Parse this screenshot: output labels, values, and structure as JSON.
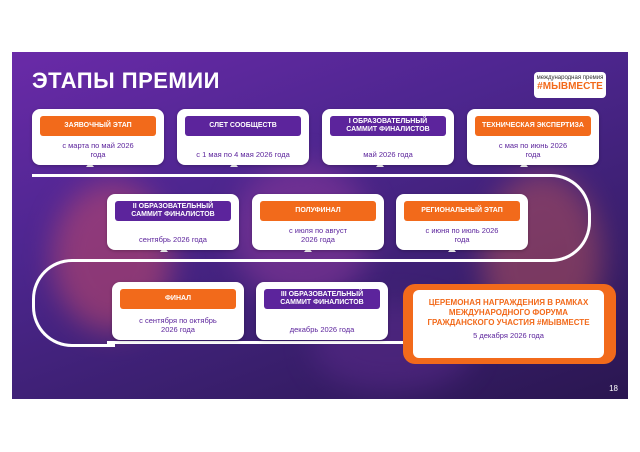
{
  "header": {
    "title": "ЭТАПЫ ПРЕМИИ"
  },
  "brand": {
    "line1": "международная премия",
    "line2": "#МЫВМЕСТЕ"
  },
  "stages": [
    {
      "label": "ЗАЯВОЧНЫЙ ЭТАП",
      "date": "с марта по май 2026 года",
      "color": "orange"
    },
    {
      "label": "СЛЕТ СООБЩЕСТВ",
      "date": "с 1 мая по 4 мая 2026 года",
      "color": "purple"
    },
    {
      "label": "I ОБРАЗОВАТЕЛЬНЫЙ САММИТ ФИНАЛИСТОВ",
      "date": "май 2026 года",
      "color": "purple"
    },
    {
      "label": "ТЕХНИЧЕСКАЯ ЭКСПЕРТИЗА",
      "date": "с мая по июнь 2026 года",
      "color": "orange"
    },
    {
      "label": "II ОБРАЗОВАТЕЛЬНЫЙ САММИТ ФИНАЛИСТОВ",
      "date": "сентябрь 2026 года",
      "color": "purple"
    },
    {
      "label": "ПОЛУФИНАЛ",
      "date": "с июля по август 2026 года",
      "color": "orange"
    },
    {
      "label": "РЕГИОНАЛЬНЫЙ ЭТАП",
      "date": "с июня по июль 2026 года",
      "color": "orange"
    },
    {
      "label": "ФИНАЛ",
      "date": "с сентября по октябрь 2026 года",
      "color": "orange"
    },
    {
      "label": "III ОБРАЗОВАТЕЛЬНЫЙ САММИТ ФИНАЛИСТОВ",
      "date": "декабрь 2026 года",
      "color": "purple"
    }
  ],
  "final": {
    "title": "ЦЕРЕМОНАЯ НАГРАЖДЕНИЯ В РАМКАХ МЕЖДУНАРОДНОГО ФОРУМА ГРАЖДАНСКОГО УЧАСТИЯ #МЫВМЕСТЕ",
    "date": "5 декабря 2026 года"
  },
  "page_number": "18"
}
